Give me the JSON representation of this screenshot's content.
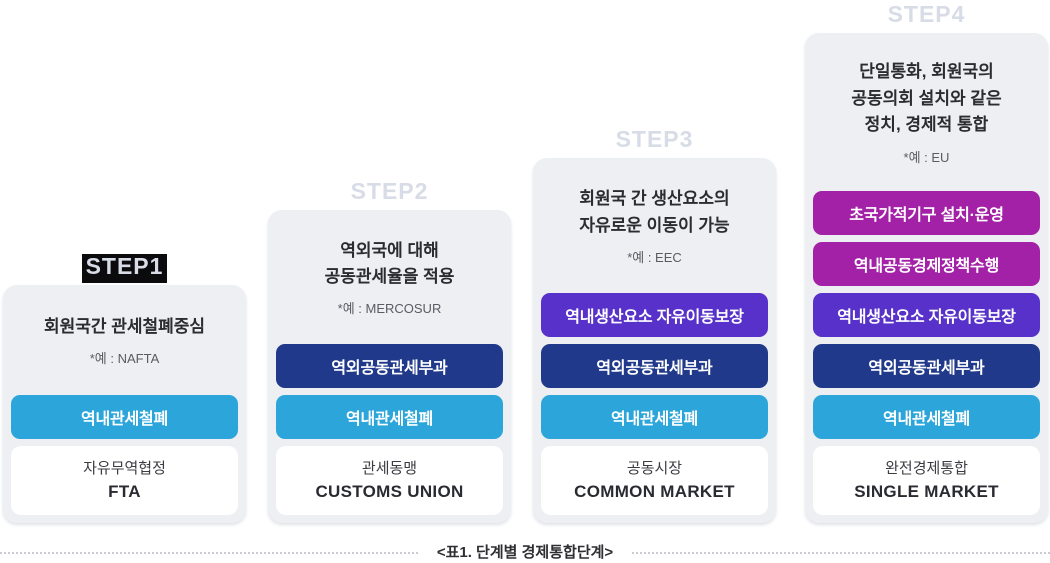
{
  "caption": "<표1. 단계별 경제통합단계>",
  "colors": {
    "light_blue": "#2CA6DA",
    "navy": "#20398B",
    "purple": "#5731C9",
    "magenta": "#A321A6",
    "card_bg": "#EDEFF3",
    "header_text": "#D7DCE6",
    "highlight_bg": "#0B0B0D"
  },
  "steps": [
    {
      "label": "STEP1",
      "desc_lines": [
        "회원국간 관세철폐중심"
      ],
      "example": "*예 : NAFTA",
      "buttons": [
        {
          "label": "역내관세철폐",
          "color": "light_blue"
        }
      ],
      "result": {
        "korean": "자유무역협정",
        "english": "FTA"
      }
    },
    {
      "label": "STEP2",
      "desc_lines": [
        "역외국에 대해",
        "공동관세율을 적용"
      ],
      "example": "*예 : MERCOSUR",
      "buttons": [
        {
          "label": "역외공동관세부과",
          "color": "navy"
        },
        {
          "label": "역내관세철폐",
          "color": "light_blue"
        }
      ],
      "result": {
        "korean": "관세동맹",
        "english": "CUSTOMS UNION"
      }
    },
    {
      "label": "STEP3",
      "desc_lines": [
        "회원국 간 생산요소의",
        "자유로운 이동이 가능"
      ],
      "example": "*예 : EEC",
      "buttons": [
        {
          "label": "역내생산요소 자유이동보장",
          "color": "purple"
        },
        {
          "label": "역외공동관세부과",
          "color": "navy"
        },
        {
          "label": "역내관세철폐",
          "color": "light_blue"
        }
      ],
      "result": {
        "korean": "공동시장",
        "english": "COMMON MARKET"
      }
    },
    {
      "label": "STEP4",
      "desc_lines": [
        "단일통화, 회원국의",
        "공동의회 설치와 같은",
        "정치, 경제적 통합"
      ],
      "example": "*예 : EU",
      "buttons": [
        {
          "label": "초국가적기구 설치·운영",
          "color": "magenta"
        },
        {
          "label": "역내공동경제정책수행",
          "color": "magenta"
        },
        {
          "label": "역내생산요소 자유이동보장",
          "color": "purple"
        },
        {
          "label": "역외공동관세부과",
          "color": "navy"
        },
        {
          "label": "역내관세철폐",
          "color": "light_blue"
        }
      ],
      "result": {
        "korean": "완전경제통합",
        "english": "SINGLE MARKET"
      }
    }
  ]
}
